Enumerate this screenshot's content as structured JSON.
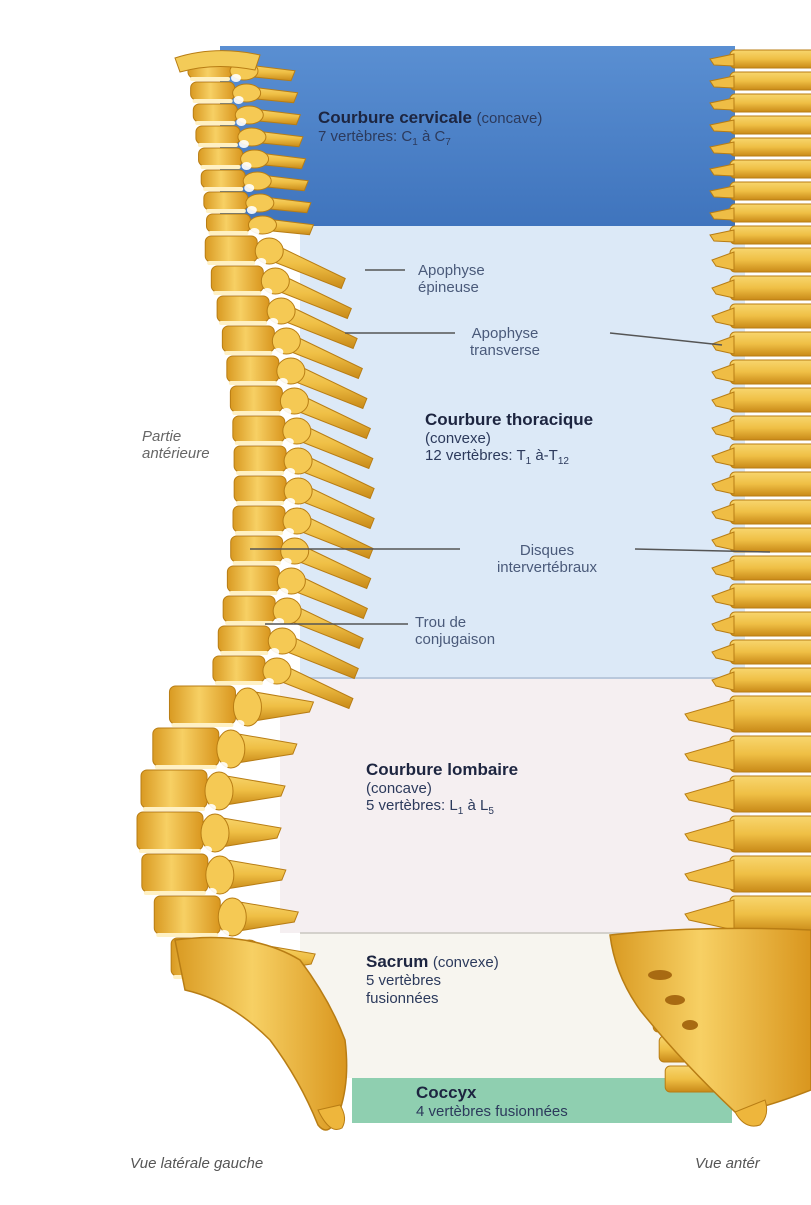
{
  "regions": {
    "cervical": {
      "title": "Courbure cervicale",
      "qualifier": "(concave)",
      "count_prefix": "7 vertèbres: C",
      "range_start_sub": "1",
      "range_mid": " à C",
      "range_end_sub": "7"
    },
    "thoracic": {
      "title": "Courbure thoracique",
      "qualifier": "(convexe)",
      "count_prefix": "12 vertèbres: T",
      "range_start_sub": "1",
      "range_mid": " à-T",
      "range_end_sub": "12"
    },
    "lumbar": {
      "title": "Courbure lombaire",
      "qualifier": "(concave)",
      "count_prefix": "5 vertèbres: L",
      "range_start_sub": "1",
      "range_mid": " à L",
      "range_end_sub": "5"
    },
    "sacrum": {
      "title": "Sacrum",
      "qualifier": "(convexe)",
      "line2": "5 vertèbres",
      "line3": "fusionnées"
    },
    "coccyx": {
      "title": "Coccyx",
      "line2": "4 vertèbres fusionnées"
    }
  },
  "labels": {
    "spinous_process": [
      "Apophyse",
      "épineuse"
    ],
    "transverse_process": [
      "Apophyse",
      "transverse"
    ],
    "intervertebral_discs": [
      "Disques",
      "intervertébraux"
    ],
    "intervertebral_foramen": [
      "Trou de",
      "conjugaison"
    ],
    "anterior_part": [
      "Partie",
      "antérieure"
    ]
  },
  "captions": {
    "left_view": "Vue latérale gauche",
    "right_view": "Vue antér"
  },
  "colors": {
    "cervical_band": "#4a80c8",
    "thoracic_band": "#dce9f7",
    "lumbar_band": "#f4eef0",
    "sacrum_band": "#f6f4ee",
    "coccyx_band": "#8fcfb0",
    "bone": "#f2c14a",
    "bone_shadow": "#c98d1a"
  }
}
